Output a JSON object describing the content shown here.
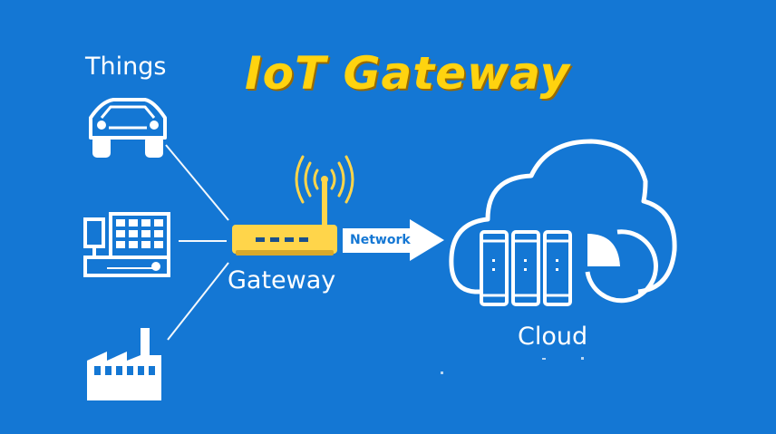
{
  "title": "IoT Gateway",
  "labels": {
    "things": "Things",
    "gateway": "Gateway",
    "network": "Network",
    "cloud": "Cloud"
  },
  "icons": {
    "things": [
      "car-icon",
      "cash-register-icon",
      "factory-icon"
    ],
    "gateway": "router-icon",
    "cloud": [
      "cloud-icon",
      "server-rack-icon",
      "pie-chart-icon"
    ]
  },
  "colors": {
    "background": "#1477d4",
    "title": "#ffd30f",
    "gateway_device": "#ffd54a",
    "lines": "#ffffff"
  }
}
